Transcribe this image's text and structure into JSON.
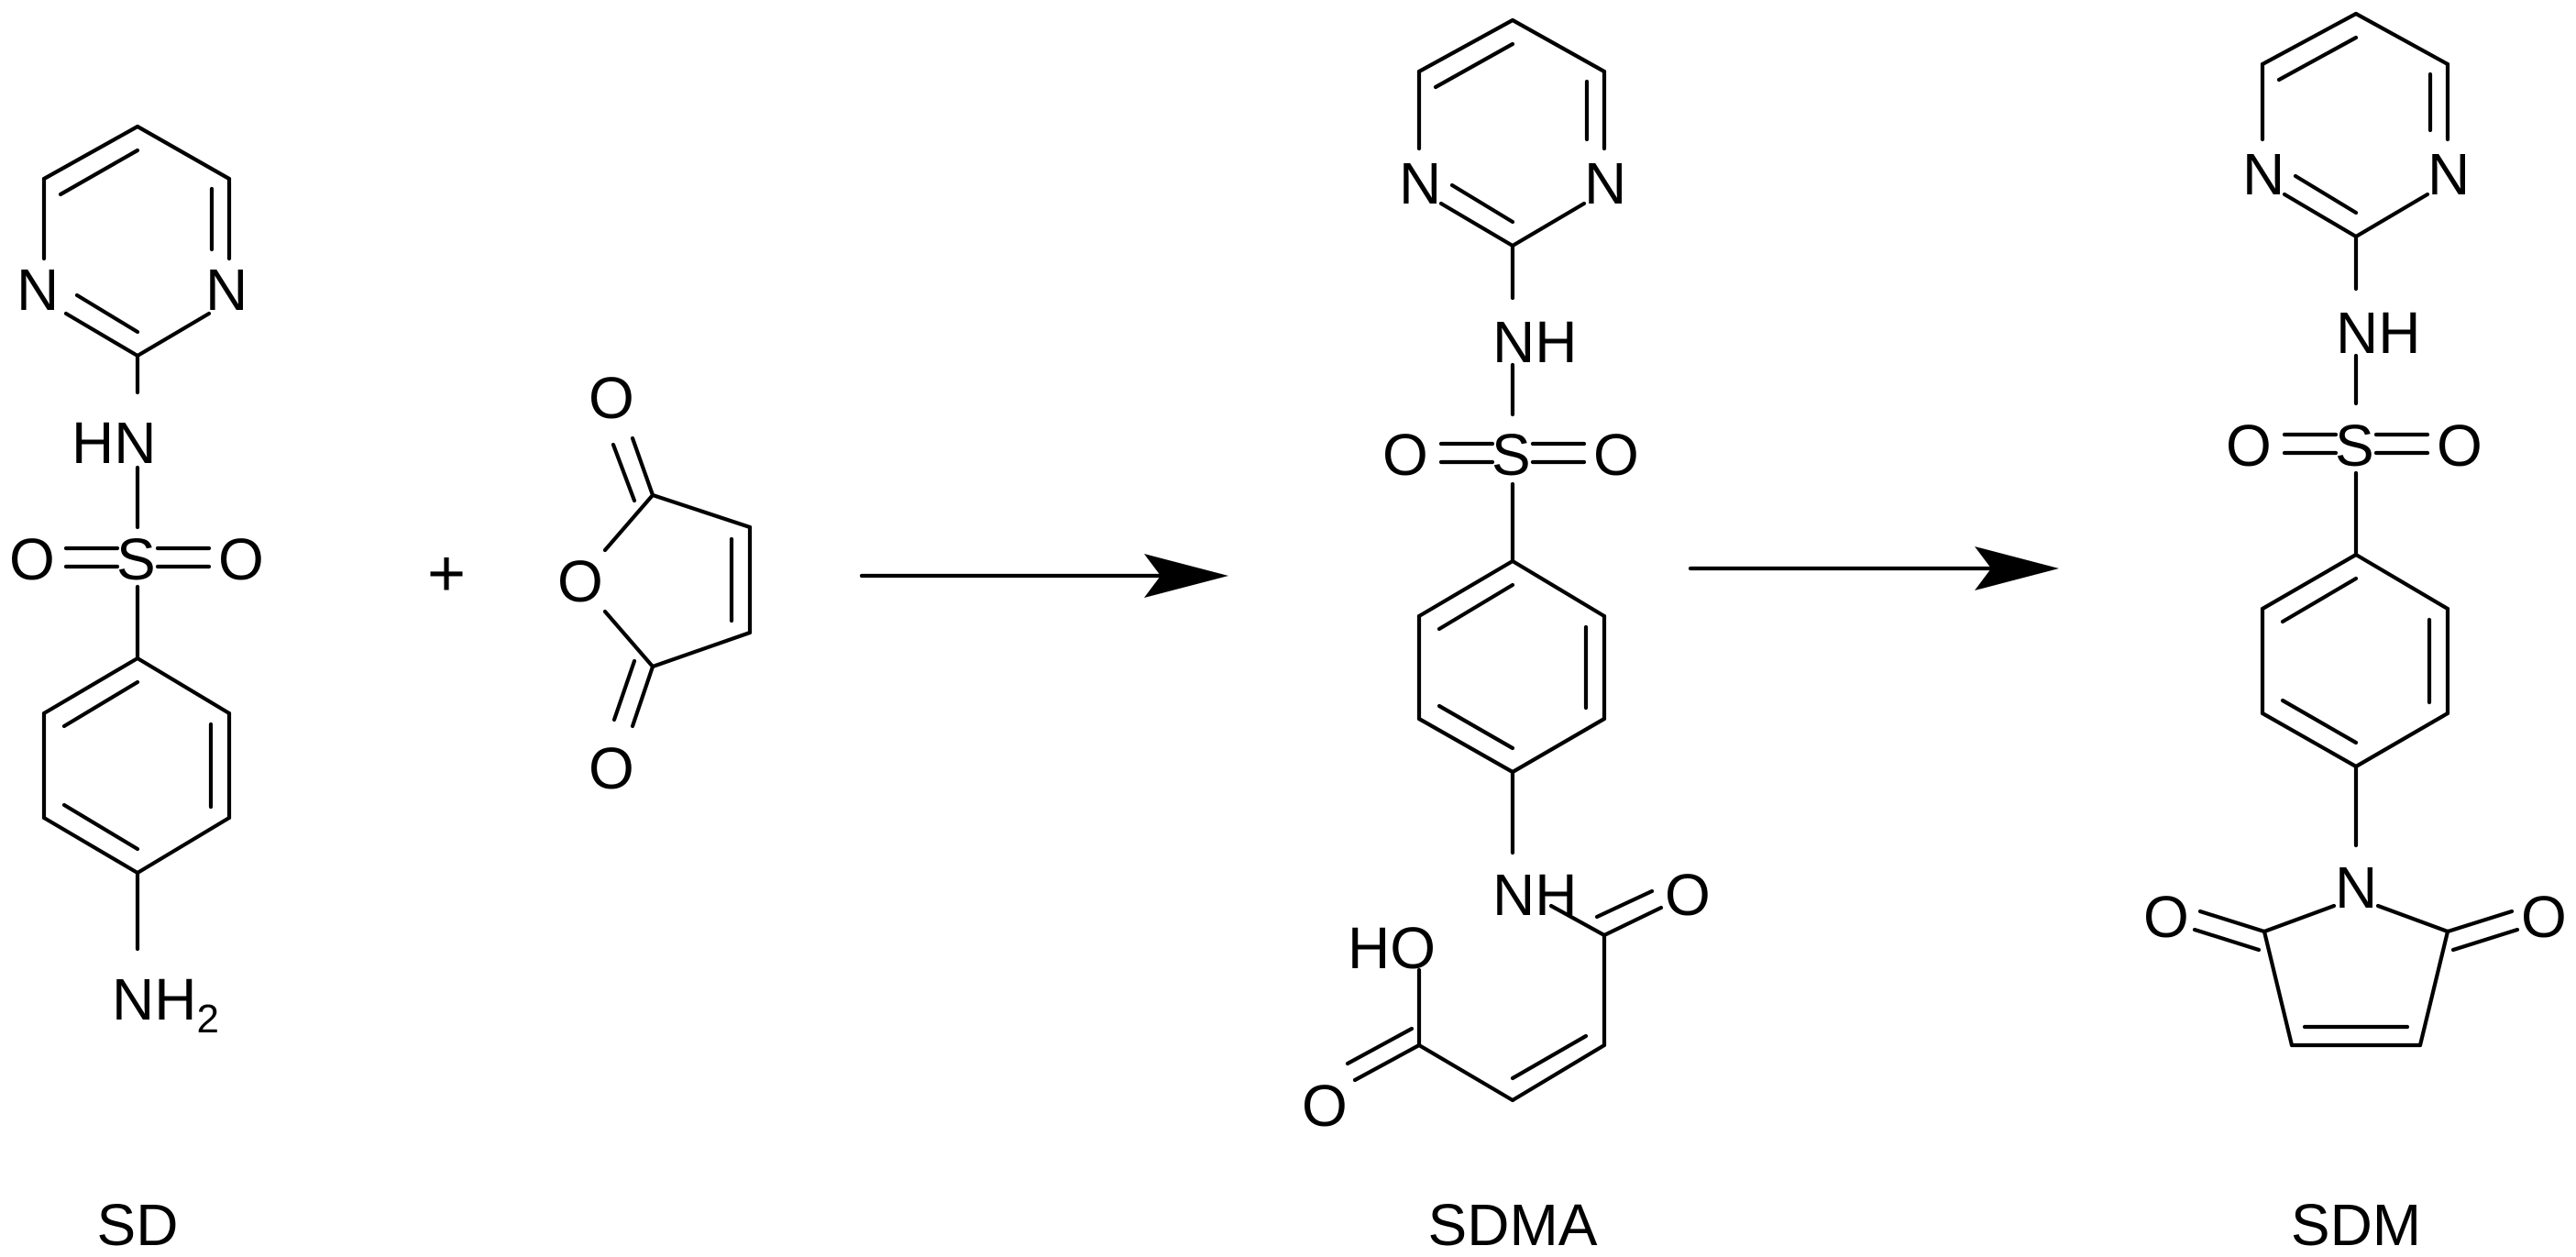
{
  "scheme": {
    "compounds": [
      {
        "name": "SD",
        "labels": {
          "n_left": "N",
          "n_right": "N",
          "hn": "HN",
          "o_left": "O",
          "s": "S",
          "o_right": "O",
          "nh2_main": "NH",
          "nh2_sub": "2"
        }
      },
      {
        "name": "maleic anhydride",
        "labels": {
          "o_top": "O",
          "o_ring": "O",
          "o_bottom": "O"
        }
      },
      {
        "name": "SDMA",
        "labels": {
          "n_left": "N",
          "n_right": "N",
          "nh_top": "NH",
          "o_left": "O",
          "s": "S",
          "o_right": "O",
          "nh_amide": "NH",
          "o_amide": "O",
          "ho": "HO",
          "o_acid": "O"
        }
      },
      {
        "name": "SDM",
        "labels": {
          "n_left": "N",
          "n_right": "N",
          "nh_top": "NH",
          "o_left": "O",
          "s": "S",
          "o_right": "O",
          "n_imide": "N",
          "o_imide_left": "O",
          "o_imide_right": "O"
        }
      }
    ],
    "plus_sign": "+",
    "captions": {
      "sd": "SD",
      "sdma": "SDMA",
      "sdm": "SDM"
    }
  }
}
